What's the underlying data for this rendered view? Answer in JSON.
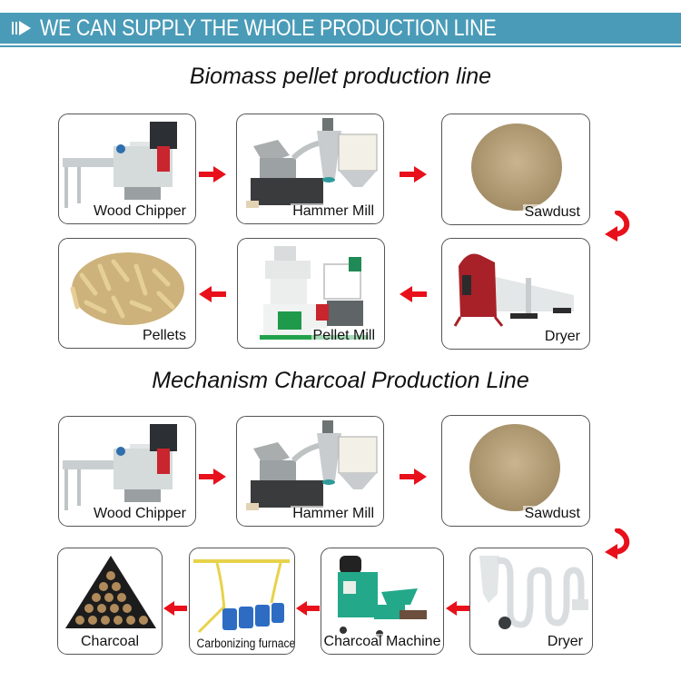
{
  "banner": {
    "title": "WE CAN SUPPLY THE WHOLE PRODUCTION LINE",
    "icon": "play-bars-icon",
    "color": "#4a9bb8"
  },
  "sections": [
    {
      "title": "Biomass pellet production line",
      "steps": [
        {
          "label": "Wood Chipper",
          "icon": "wood-chipper-image"
        },
        {
          "label": "Hammer Mill",
          "icon": "hammer-mill-image"
        },
        {
          "label": "Sawdust",
          "icon": "sawdust-image"
        },
        {
          "label": "Dryer",
          "icon": "rotary-dryer-image"
        },
        {
          "label": "Pellet Mill",
          "icon": "pellet-mill-image"
        },
        {
          "label": "Pellets",
          "icon": "pellets-image"
        }
      ]
    },
    {
      "title": "Mechanism Charcoal Production Line",
      "steps": [
        {
          "label": "Wood Chipper",
          "icon": "wood-chipper-image"
        },
        {
          "label": "Hammer Mill",
          "icon": "hammer-mill-image"
        },
        {
          "label": "Sawdust",
          "icon": "sawdust-image"
        },
        {
          "label": "Dryer",
          "icon": "airflow-dryer-image"
        },
        {
          "label": "Charcoal Machine",
          "icon": "charcoal-machine-image"
        },
        {
          "label": "Carbonizing furnace",
          "icon": "carbonizing-furnace-image"
        },
        {
          "label": "Charcoal",
          "icon": "charcoal-image"
        }
      ]
    }
  ],
  "colors": {
    "arrow": "#e8101a",
    "card_border": "#555555"
  }
}
